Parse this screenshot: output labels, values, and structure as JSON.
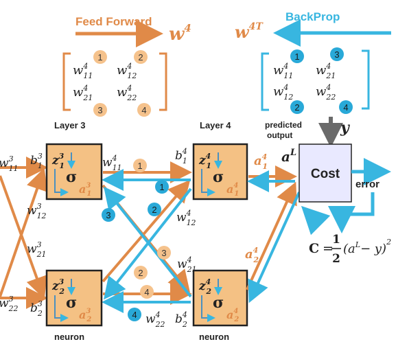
{
  "header": {
    "feed_forward": "Feed Forward",
    "backprop": "BackProp",
    "w_ff": "w",
    "w_ff_sup": "4",
    "w_bp": "w",
    "w_bp_sup": "4T"
  },
  "ff_matrix": {
    "rows": [
      [
        {
          "w": "w",
          "sup": "4",
          "sub": "11"
        },
        {
          "w": "w",
          "sup": "4",
          "sub": "12"
        }
      ],
      [
        {
          "w": "w",
          "sup": "4",
          "sub": "21"
        },
        {
          "w": "w",
          "sup": "4",
          "sub": "22"
        }
      ]
    ],
    "badges": [
      "1",
      "2",
      "3",
      "4"
    ]
  },
  "bp_matrix": {
    "rows": [
      [
        {
          "w": "w",
          "sup": "4",
          "sub": "11"
        },
        {
          "w": "w",
          "sup": "4",
          "sub": "21"
        }
      ],
      [
        {
          "w": "w",
          "sup": "4",
          "sub": "12"
        },
        {
          "w": "w",
          "sup": "4",
          "sub": "22"
        }
      ]
    ],
    "badges": [
      "1",
      "3",
      "2",
      "4"
    ]
  },
  "layers": {
    "layer3": "Layer 3",
    "layer4": "Layer 4",
    "neuron": "neuron"
  },
  "neuron_labels": {
    "sigma": "σ",
    "z": "z",
    "a": "a",
    "b": "b"
  },
  "cost": {
    "box_label": "Cost",
    "predicted": "predicted",
    "output": "output",
    "y": "y",
    "aL": "a",
    "aL_sup": "L",
    "error": "error",
    "formula_c": "C",
    "formula_eq": "=",
    "formula_num": "1",
    "formula_den": "2",
    "formula_body": "(a",
    "formula_sup": "L",
    "formula_tail": "− y)",
    "formula_exp": "2"
  },
  "weights": {
    "w": "w",
    "b": "b"
  },
  "colors": {
    "orange": "#e08a48",
    "blue": "#38b6e0",
    "neuron_fill": "#f4c184",
    "cost_fill": "#e9e9ff",
    "badge_orange": "#f5c28c",
    "badge_blue": "#29a9d8"
  }
}
